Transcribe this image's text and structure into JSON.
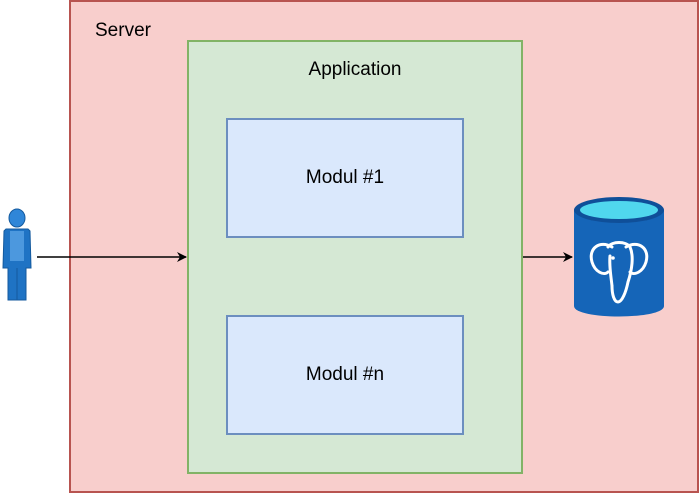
{
  "server": {
    "label": "Server"
  },
  "application": {
    "label": "Application"
  },
  "modules": [
    {
      "label": "Modul #1"
    },
    {
      "label": "Modul #n"
    }
  ],
  "icons": {
    "user": "user-icon",
    "database": "postgresql-database-icon"
  },
  "colors": {
    "server_fill": "#f8cecc",
    "server_stroke": "#b85450",
    "app_fill": "#d5e8d4",
    "app_stroke": "#82b366",
    "module_fill": "#dae8fc",
    "module_stroke": "#6c8ebf",
    "icon_blue": "#1f73c4"
  }
}
